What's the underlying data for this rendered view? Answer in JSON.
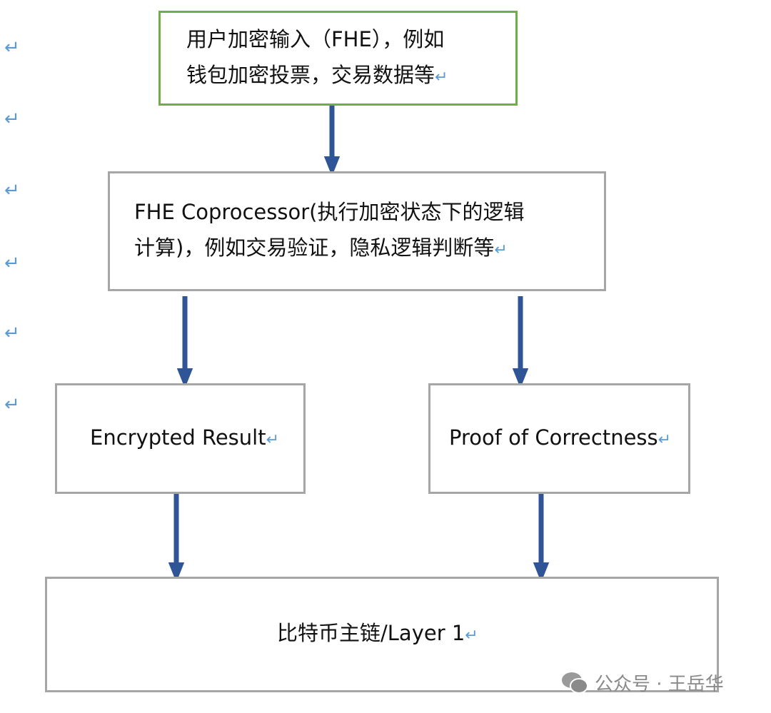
{
  "diagram": {
    "return_mark": "↵",
    "nodes": [
      {
        "id": "input",
        "lines": [
          "用户加密输入（FHE），例如",
          "钱包加密投票，交易数据等"
        ]
      },
      {
        "id": "coprocessor",
        "lines": [
          "FHE Coprocessor(执行加密状态下的逻辑",
          "计算)，例如交易验证，隐私逻辑判断等"
        ]
      },
      {
        "id": "result",
        "lines": [
          "Encrypted Result"
        ]
      },
      {
        "id": "proof",
        "lines": [
          "Proof of Correctness"
        ]
      },
      {
        "id": "chain",
        "lines": [
          "比特币主链/Layer 1"
        ]
      }
    ],
    "edges": [
      [
        "input",
        "coprocessor"
      ],
      [
        "coprocessor",
        "result"
      ],
      [
        "coprocessor",
        "proof"
      ],
      [
        "result",
        "chain"
      ],
      [
        "proof",
        "chain"
      ]
    ],
    "colors": {
      "arrow": "#2F5597",
      "border": "#A6A6A6",
      "highlight_border": "#70AD47",
      "return_mark": "#5B9BD5"
    }
  },
  "watermark": {
    "text": "公众号 · 王岳华",
    "icon": "wechat-icon"
  }
}
